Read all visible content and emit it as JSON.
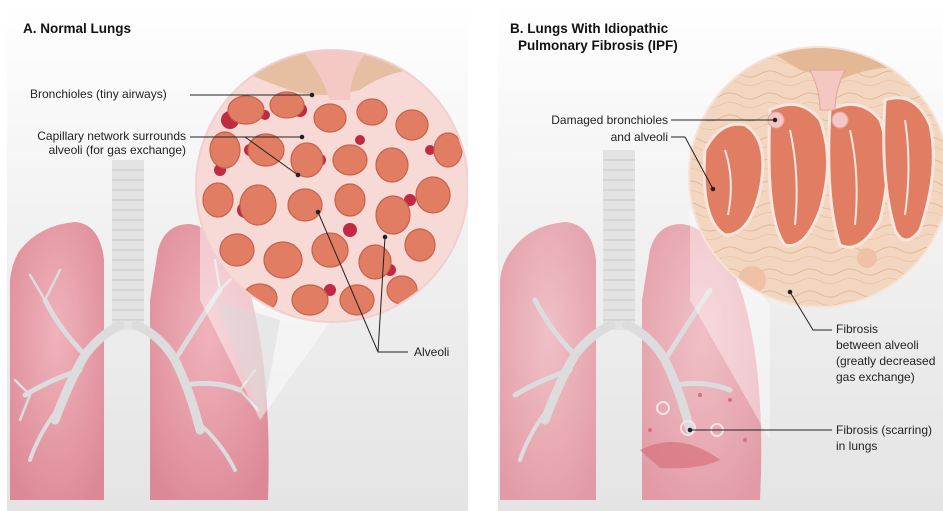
{
  "panel_a": {
    "title": "A. Normal Lungs",
    "labels": {
      "bronchioles": "Bronchioles (tiny airways)",
      "capillary_line1": "Capillary network surrounds",
      "capillary_line2": "alveoli (for gas exchange)",
      "alveoli": "Alveoli"
    }
  },
  "panel_b": {
    "title_line1": "B. Lungs With Idiopathic",
    "title_line2": "Pulmonary Fibrosis (IPF)",
    "labels": {
      "damaged_line1": "Damaged bronchioles",
      "damaged_line2": "and alveoli",
      "fibrosis_between_line1": "Fibrosis",
      "fibrosis_between_line2": "between alveoli",
      "fibrosis_between_line3": "(greatly decreased",
      "fibrosis_between_line4": "gas exchange)",
      "scarring_line1": "Fibrosis (scarring)",
      "scarring_line2": "in lungs"
    }
  },
  "colors": {
    "lung_pink": "#e9a3ad",
    "lung_dark": "#d97f8d",
    "alveolus": "#e07d63",
    "capillary": "#c2283f",
    "fibrosis": "#f3d6bf",
    "background_gray": "#e8e8e8"
  }
}
